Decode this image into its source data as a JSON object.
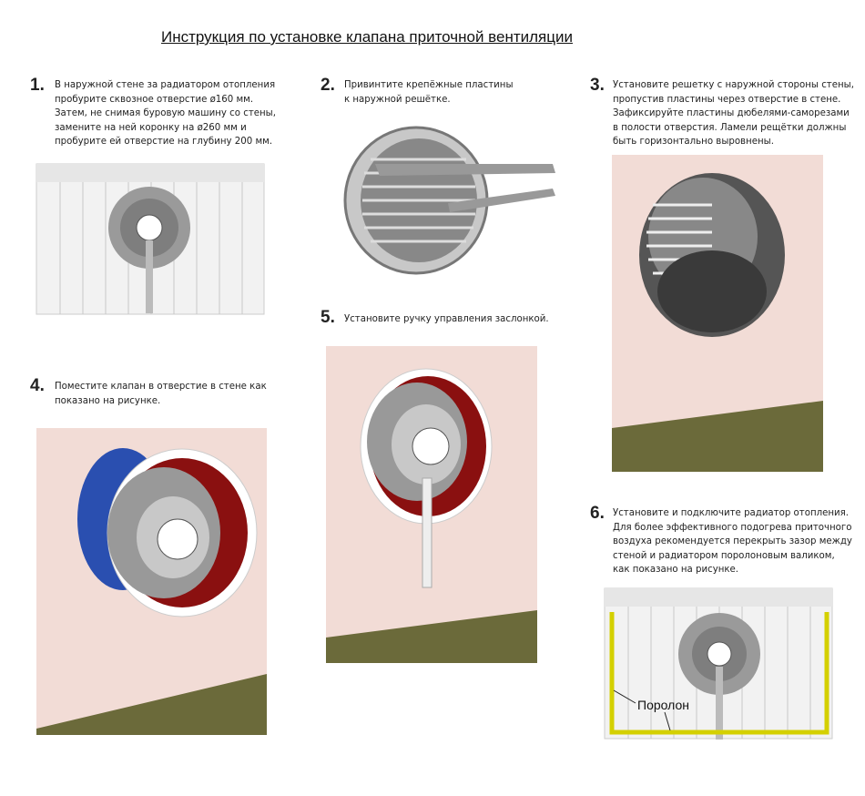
{
  "title": "Инструкция по установке клапана приточной вентиляции",
  "steps": [
    {
      "number": "1.",
      "lines": [
        "В наружной стене за радиатором отопления",
        "пробурите сквозное отверстие ø160 мм.",
        "Затем, не снимая буровую машину со стены,",
        "замените на ней коронку на ø260 мм и",
        "пробурите ей отверстие на глубину 200 мм."
      ]
    },
    {
      "number": "2.",
      "lines": [
        "Привинтите крепёжные пластины",
        "к наружной решётке."
      ]
    },
    {
      "number": "3.",
      "lines": [
        "Установите решетку с наружной стороны стены,",
        "пропустив пластины через отверстие в стене.",
        "Зафиксируйте пластины дюбелями-саморезами",
        "в полости отверстия. Ламели рещётки должны",
        "быть горизонтально выровнены."
      ]
    },
    {
      "number": "4.",
      "lines": [
        "Поместите клапан в отверстие в стене как",
        "показано на рисунке."
      ]
    },
    {
      "number": "5.",
      "lines": [
        "Установите ручку управления заслонкой."
      ]
    },
    {
      "number": "6.",
      "lines": [
        "Установите и подключите радиатор отопления.",
        "Для более эффективного подогрева приточного",
        "воздуха рекомендуется перекрыть зазор между",
        "стеной и радиатором поролоновым валиком,",
        "как показано на рисунке."
      ]
    }
  ],
  "foam_label": "Поролон",
  "colors": {
    "wall": "#f2dcd6",
    "floor": "#6b6a3a",
    "foam": "#d4d000",
    "valve_red": "#8a1010",
    "filter_blue": "#2a4fb0"
  }
}
